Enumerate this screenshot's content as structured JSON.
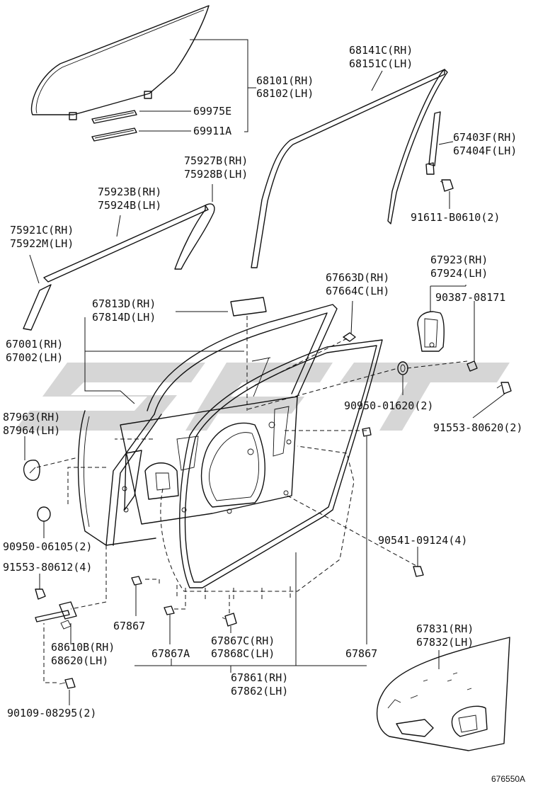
{
  "diagram_id": "676550A",
  "watermark": "watermark-logo",
  "labels": {
    "p68101": "68101(RH)",
    "p68102": "68102(LH)",
    "p69975E": "69975E",
    "p69911A": "69911A",
    "p68141C": "68141C(RH)",
    "p68151C": "68151C(LH)",
    "p67403F": "67403F(RH)",
    "p67404F": "67404F(LH)",
    "p91611": "91611-B0610(2)",
    "p75927B": "75927B(RH)",
    "p75928B": "75928B(LH)",
    "p75923B": "75923B(RH)",
    "p75924B": "75924B(LH)",
    "p75921C": "75921C(RH)",
    "p75922M": "75922M(LH)",
    "p67663D": "67663D(RH)",
    "p67664C": "67664C(LH)",
    "p67923": "67923(RH)",
    "p67924": "67924(LH)",
    "p90387": "90387-08171",
    "p67813D": "67813D(RH)",
    "p67814D": "67814D(LH)",
    "p67001": "67001(RH)",
    "p67002": "67002(LH)",
    "p90950_01620": "90950-01620(2)",
    "p91553_80620": "91553-80620(2)",
    "p87963": "87963(RH)",
    "p87964": "87964(LH)",
    "p90950_06105": "90950-06105(2)",
    "p91553_80612": "91553-80612(4)",
    "p90541": "90541-09124(4)",
    "p67867_left": "67867",
    "p67867C": "67867C(RH)",
    "p67868C": "67868C(LH)",
    "p67867_right": "67867",
    "p68610B": "68610B(RH)",
    "p68620": "68620(LH)",
    "p67867A": "67867A",
    "p67831": "67831(RH)",
    "p67832": "67832(LH)",
    "p67861": "67861(RH)",
    "p67862": "67862(LH)",
    "p90109": "90109-08295(2)"
  }
}
